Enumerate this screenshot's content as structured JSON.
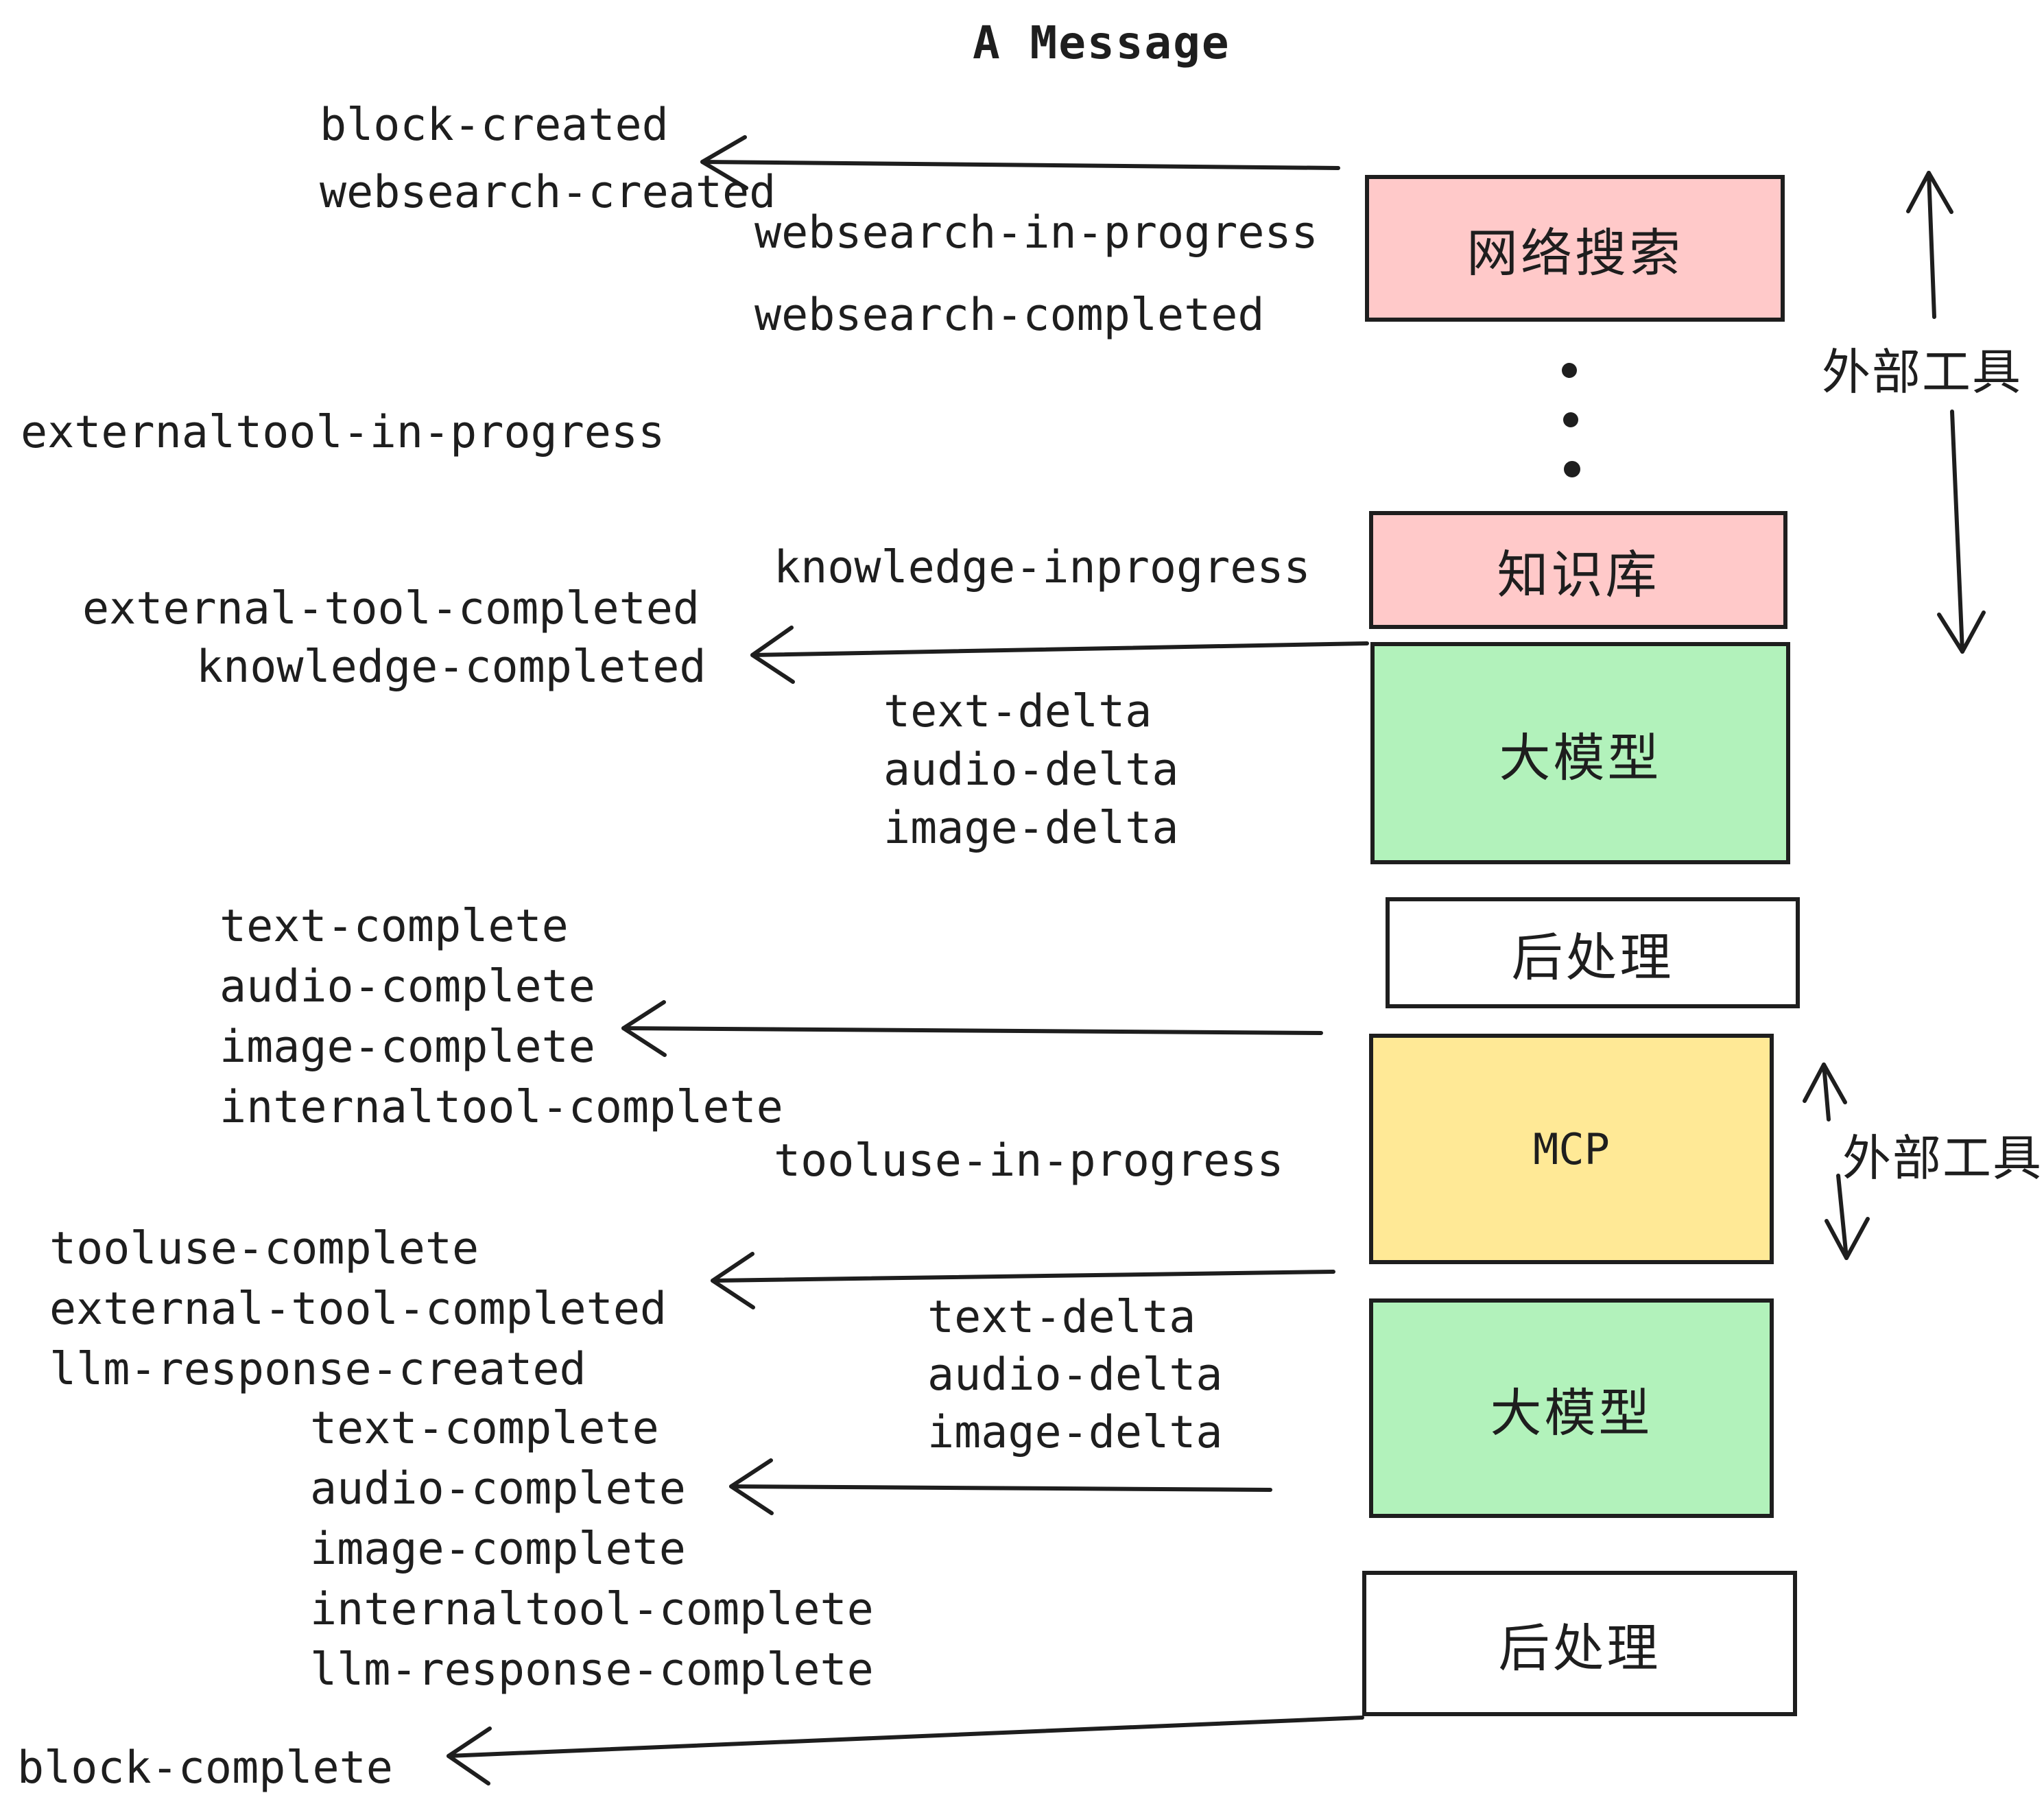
{
  "title": "A Message",
  "colors": {
    "ink": "#1e1e1e",
    "pink": "#ffc9c9",
    "green": "#b2f2bb",
    "yellow": "#ffe996",
    "white": "#ffffff",
    "background": "#ffffff"
  },
  "boxes": [
    {
      "label": "网络搜索",
      "color": "pink"
    },
    {
      "label": "知识库",
      "color": "pink"
    },
    {
      "label": "大模型",
      "color": "green"
    },
    {
      "label": "后处理",
      "color": "white"
    },
    {
      "label": "MCP",
      "color": "yellow"
    },
    {
      "label": "大模型",
      "color": "green"
    },
    {
      "label": "后处理",
      "color": "white"
    }
  ],
  "side_labels": [
    "外部工具",
    "外部工具"
  ],
  "events": [
    "block-created",
    "websearch-created",
    "websearch-in-progress",
    "websearch-completed",
    "externaltool-in-progress",
    "knowledge-inprogress",
    "external-tool-completed",
    "knowledge-completed",
    "text-delta",
    "audio-delta",
    "image-delta",
    "text-complete",
    "audio-complete",
    "image-complete",
    "internaltool-complete",
    "tooluse-in-progress",
    "tooluse-complete",
    "external-tool-completed",
    "llm-response-created",
    "text-delta",
    "audio-delta",
    "image-delta",
    "text-complete",
    "audio-complete",
    "image-complete",
    "internaltool-complete",
    "llm-response-complete",
    "block-complete"
  ]
}
